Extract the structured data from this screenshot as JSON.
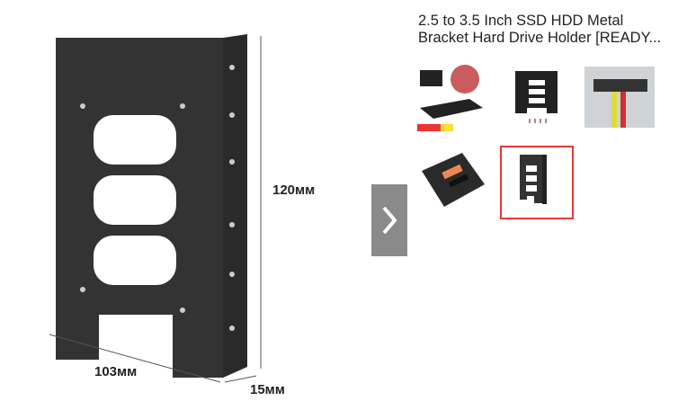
{
  "product": {
    "title_line1": "2.5 to 3.5 Inch SSD HDD Metal",
    "title_line2": "Bracket Hard Drive Holder [READY..."
  },
  "main_image": {
    "dim_height": "120мм",
    "dim_width": "103мм",
    "dim_depth": "15мм"
  },
  "gallery": {
    "selected_index": 4,
    "count": 5,
    "highlight_color": "#e53935"
  },
  "next_icon": "chevron-right-icon"
}
